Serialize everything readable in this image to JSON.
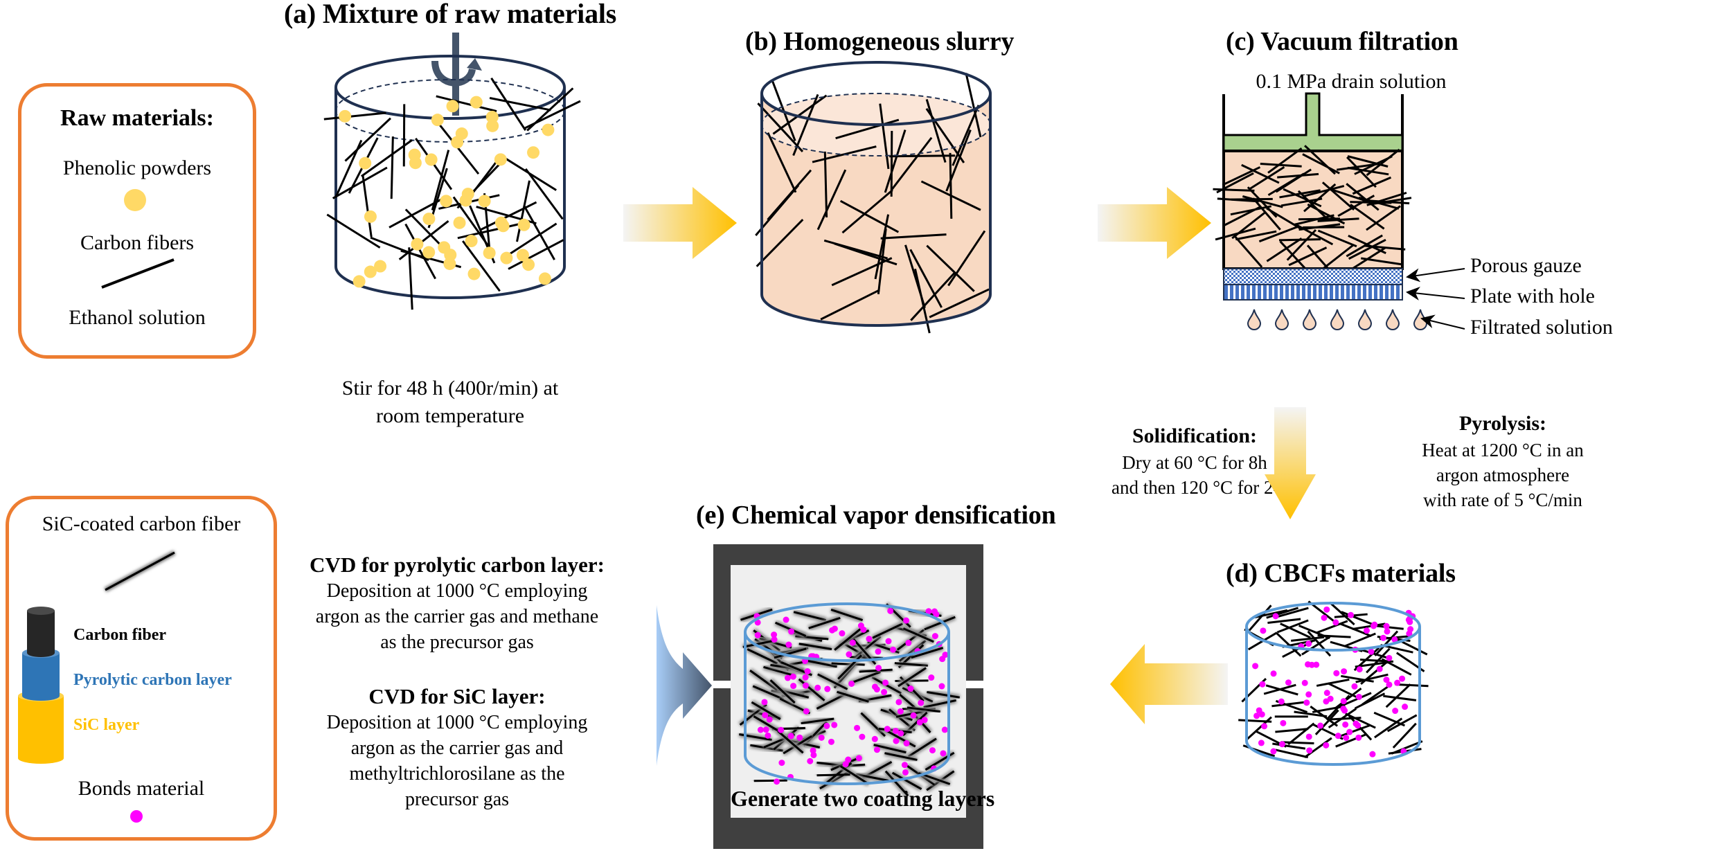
{
  "legend_raw": {
    "title": "Raw materials:",
    "items": [
      {
        "label": "Phenolic powders",
        "icon": "yellow-dot-icon"
      },
      {
        "label": "Carbon fibers",
        "icon": "black-line-icon"
      },
      {
        "label": "Ethanol solution",
        "icon": null
      }
    ]
  },
  "legend_coating": {
    "title": "SiC-coated carbon fiber",
    "layers": [
      {
        "label": "Carbon fiber",
        "color": "#262626"
      },
      {
        "label": "Pyrolytic carbon layer",
        "color": "#2e75b6"
      },
      {
        "label": "SiC layer",
        "color": "#ffc000"
      }
    ],
    "bonds_label": "Bonds material",
    "bonds_color": "#ff00ff"
  },
  "steps": {
    "a": {
      "title": "(a) Mixture of raw materials",
      "caption_line1": "Stir for 48 h (400r/min) at",
      "caption_line2": "room temperature"
    },
    "b": {
      "title": "(b) Homogeneous slurry"
    },
    "c": {
      "title": "(c) Vacuum filtration",
      "pressure_label": "0.1 MPa drain solution",
      "callouts": [
        "Porous gauze",
        "Plate with hole",
        "Filtrated solution"
      ]
    },
    "transition_cd": {
      "solidification_title": "Solidification:",
      "solidification_lines": [
        "Dry at 60 °C for 8h",
        "and then 120 °C for 24h"
      ],
      "pyrolysis_title": "Pyrolysis:",
      "pyrolysis_lines": [
        "Heat at 1200 °C in an",
        "argon atmosphere",
        "with rate of 5 °C/min"
      ]
    },
    "d": {
      "title": "(d) CBCFs materials"
    },
    "e": {
      "title": "(e) Chemical vapor densification",
      "inner_caption": "Generate two coating layers",
      "cvd_pyc_title": "CVD for pyrolytic carbon layer:",
      "cvd_pyc_lines": [
        "Deposition at 1000 °C employing",
        "argon as the carrier gas and methane",
        "as the precursor gas"
      ],
      "cvd_sic_title": "CVD for SiC layer:",
      "cvd_sic_lines": [
        "Deposition at 1000 °C employing",
        "argon as the carrier gas and",
        "methyltrichlorosilane as the",
        "precursor gas"
      ]
    }
  },
  "colors": {
    "legend_border": "#ed7d31",
    "phenolic": "#ffd966",
    "slurry": "#f8d9c2",
    "slurry_light": "#fbe6d8",
    "container_stroke": "#1f3050",
    "piston": "#a9d18e",
    "gauze_blue": "#4472c4",
    "cbcf_stroke": "#5b9bd5",
    "furnace": "#404040",
    "furnace_inner": "#efefef",
    "arrow_yellow": "#ffc000",
    "arrow_blue_dark": "#44546a",
    "arrow_blue_light": "#9dc3f0"
  }
}
